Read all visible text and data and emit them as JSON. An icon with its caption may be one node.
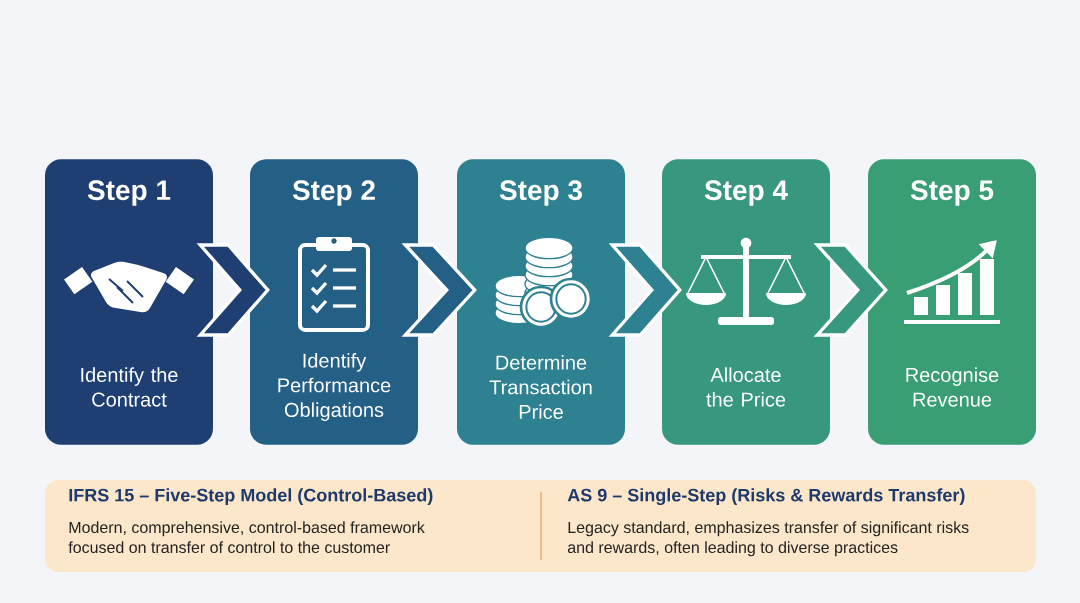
{
  "diagram": {
    "nodes": [
      {
        "text": [
          "Step 1",
          "Identify the Contract"
        ]
      },
      {
        "text": [
          "Step 2",
          "Identify Performance Obligations"
        ]
      },
      {
        "text": [
          "Step 3",
          "Determine Transaction Price"
        ]
      },
      {
        "text": [
          "Step 4",
          "Allocate the Price"
        ]
      },
      {
        "text": [
          "Step 5",
          "Recognise Revenue"
        ]
      },
      {
        "text": [
          "IFRS 15 – Five-Step Model (Control-Based)",
          "Modern, comprehensive, control-based framework focused on transfer of control to the customer"
        ]
      },
      {
        "text": [
          "AS 9 – Single-Step (Risks & Rewards Transfer)",
          "Legacy standard, emphasizes transfer of significant risks and rewards, often leading to diverse practices"
        ]
      }
    ],
    "edges": [
      {
        "from": 0,
        "to": 1,
        "arrow": "to"
      },
      {
        "from": 1,
        "to": 2,
        "arrow": "to"
      },
      {
        "from": 2,
        "to": 3,
        "arrow": "to"
      },
      {
        "from": 3,
        "to": 4,
        "arrow": "to"
      }
    ]
  }
}
